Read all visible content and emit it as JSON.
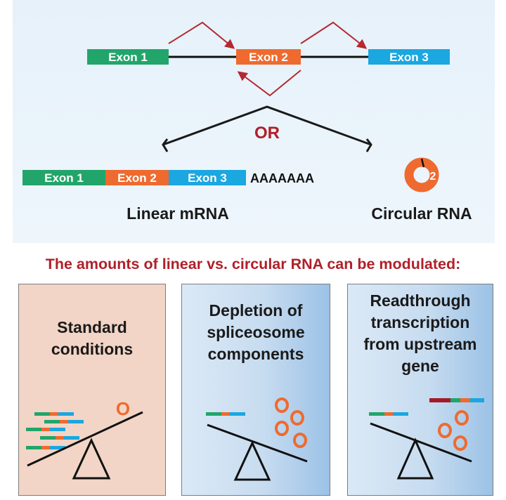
{
  "top": {
    "pre_mrna_exons": [
      "Exon 1",
      "Exon 2",
      "Exon 3"
    ],
    "or_label": "OR",
    "linear": {
      "exons": [
        "Exon 1",
        "Exon 2",
        "Exon 3"
      ],
      "polya": "AAAAAAA",
      "label": "Linear mRNA"
    },
    "circular": {
      "exon_number": "2",
      "label": "Circular RNA"
    }
  },
  "headline": "The amounts of linear vs. circular RNA can be modulated:",
  "panels": [
    {
      "title_lines": [
        "Standard",
        "conditions"
      ],
      "circle_glyph": "O"
    },
    {
      "title_lines": [
        "Depletion of",
        "spliceosome",
        "components"
      ]
    },
    {
      "title_lines": [
        "Readthrough",
        "transcription",
        "from upstream",
        "gene"
      ]
    }
  ],
  "colors": {
    "exon1": "#22a56a",
    "exon2": "#ef6a2f",
    "exon3": "#1ba7e0",
    "arrow_red": "#b52830",
    "or_red": "#b0202a",
    "headline_red": "#b0202a",
    "upstream_gene": "#a3192b",
    "circle_orange": "#ef6a2f"
  }
}
